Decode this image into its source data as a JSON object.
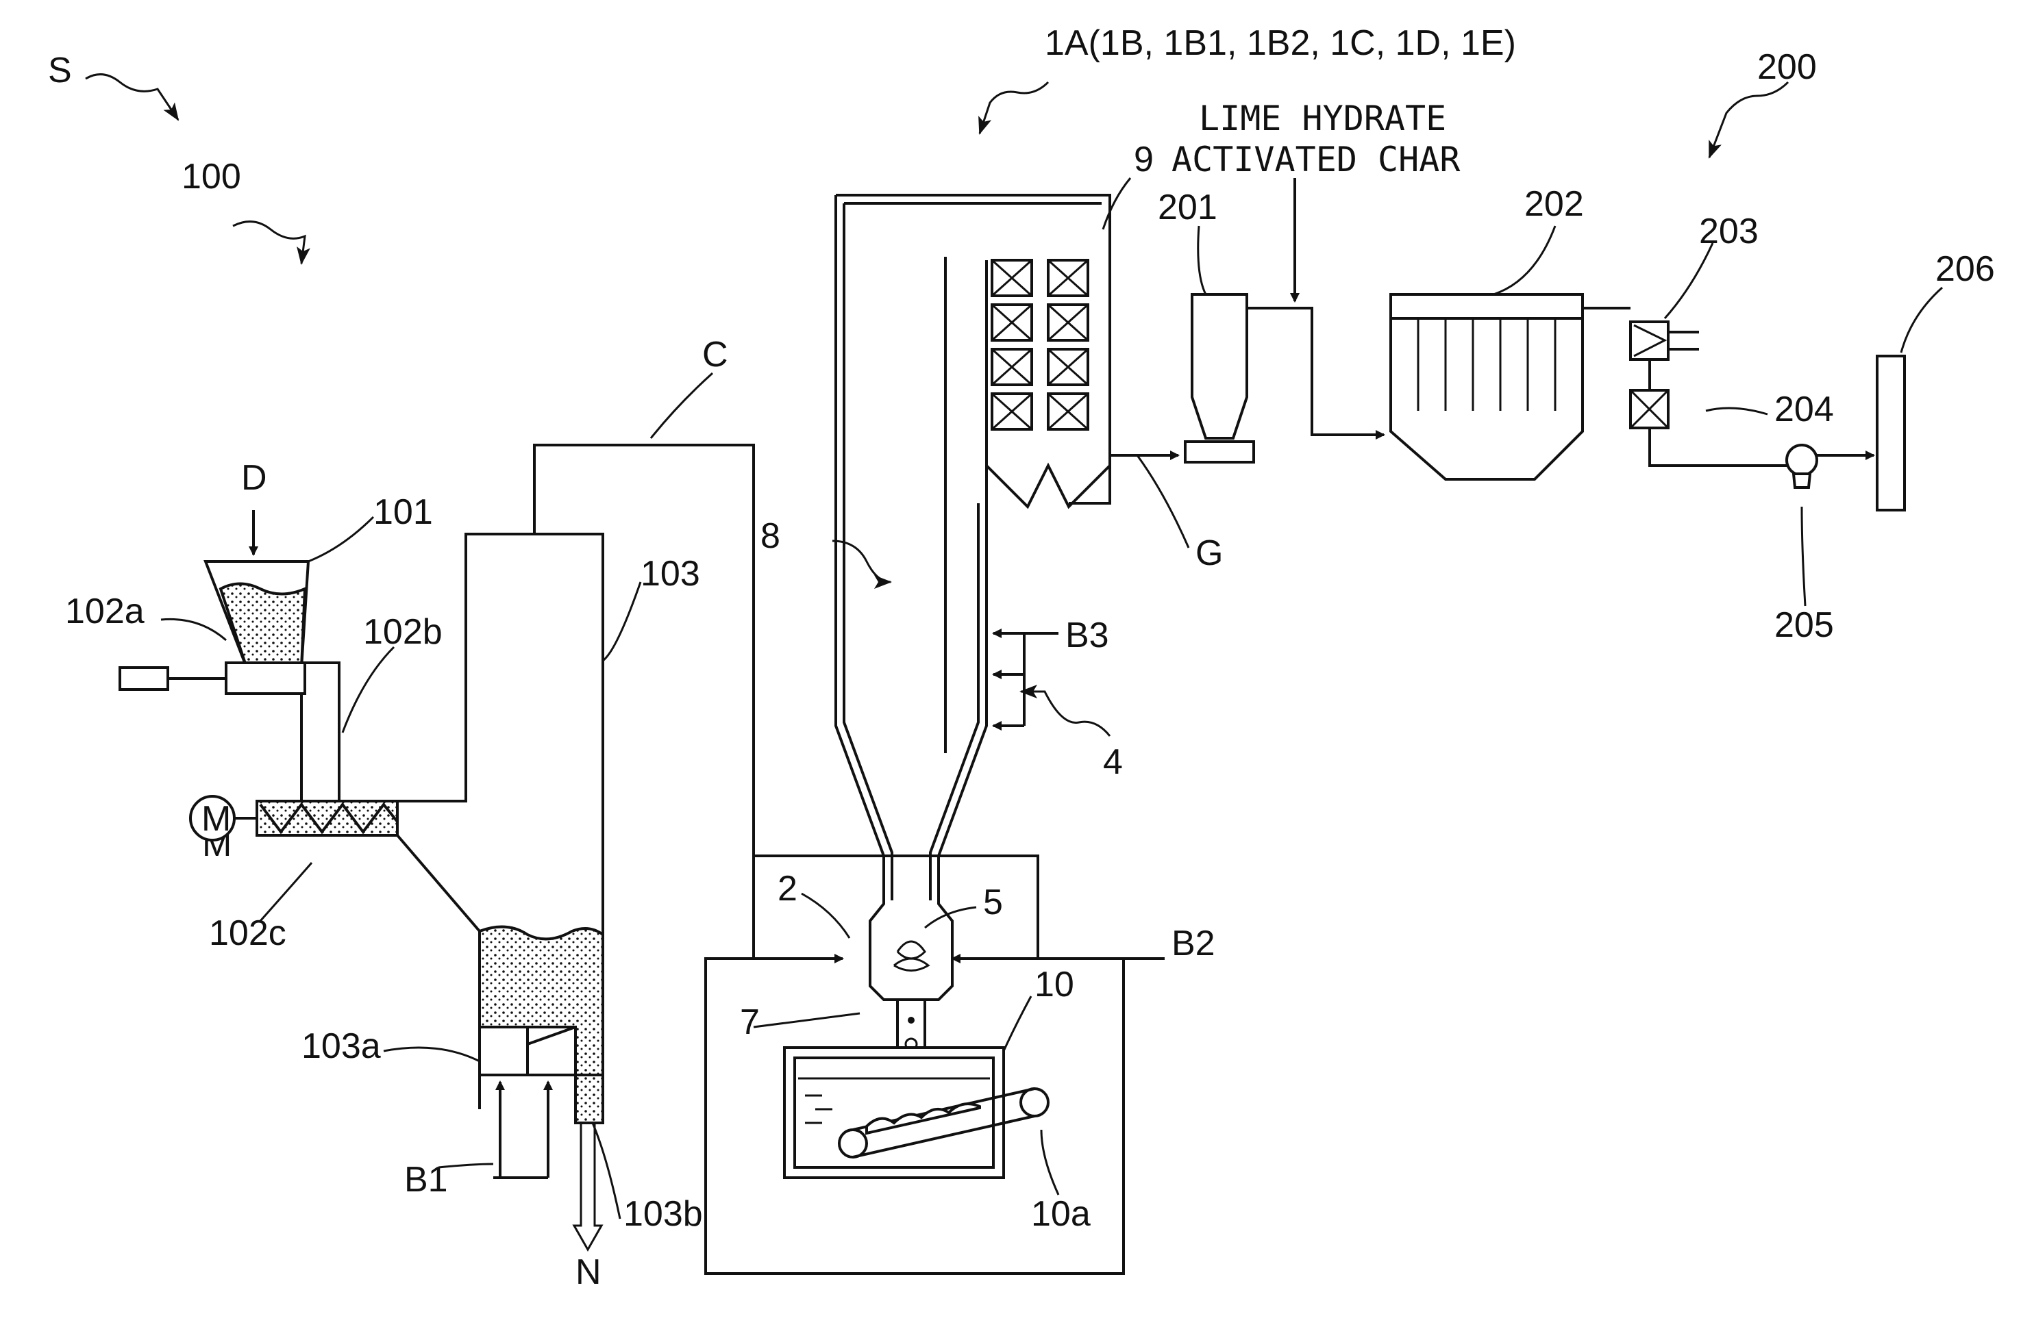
{
  "labels": {
    "system": "S",
    "unit_100": "100",
    "unit_1a": "1A(1B, 1B1, 1B2, 1C, 1D, 1E)",
    "unit_200": "200",
    "additive_line1": "LIME HYDRATE",
    "additive_line2": "ACTIVATED CHAR",
    "n9": "9",
    "n201": "201",
    "n202": "202",
    "n203": "203",
    "n204": "204",
    "n205": "205",
    "n206": "206",
    "C": "C",
    "D": "D",
    "n101": "101",
    "n102a": "102a",
    "n102b": "102b",
    "n103": "103",
    "n8": "8",
    "G": "G",
    "B3": "B3",
    "n4": "4",
    "M": "M",
    "n102c": "102c",
    "n2": "2",
    "n5": "5",
    "B2": "B2",
    "n7": "7",
    "n10": "10",
    "n103a": "103a",
    "B1": "B1",
    "n103b": "103b",
    "n10a": "10a",
    "N": "N"
  }
}
